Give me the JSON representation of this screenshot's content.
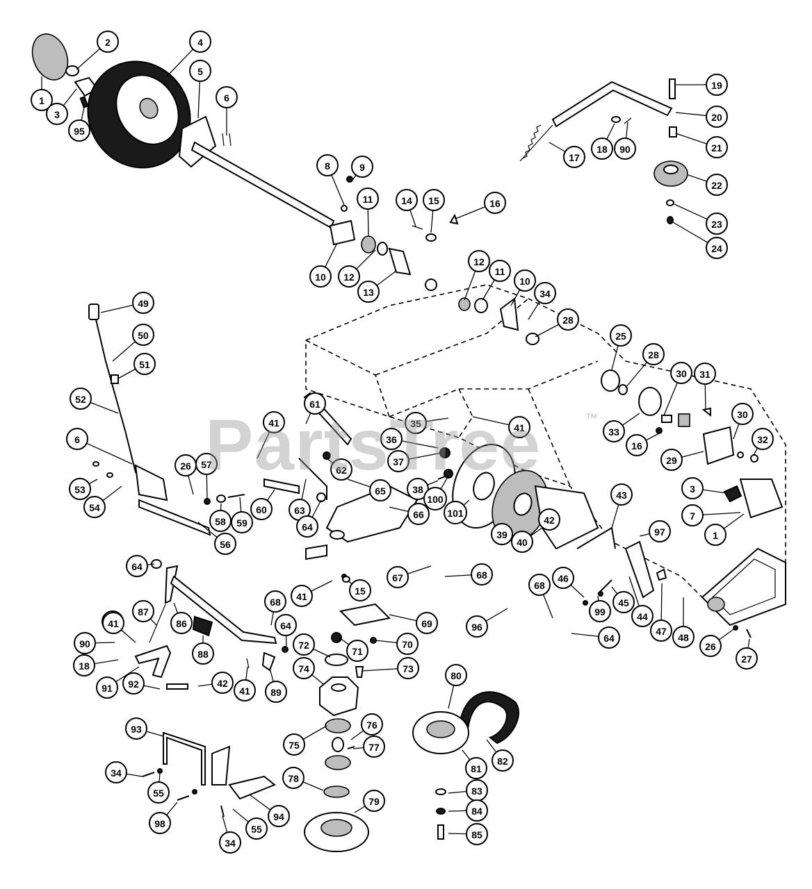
{
  "watermark": {
    "text": "PartsTree",
    "trademark": "™"
  },
  "callouts": [
    {
      "label": "1"
    },
    {
      "label": "2"
    },
    {
      "label": "3"
    },
    {
      "label": "95"
    },
    {
      "label": "4"
    },
    {
      "label": "5"
    },
    {
      "label": "6"
    },
    {
      "label": "8"
    },
    {
      "label": "9"
    },
    {
      "label": "11"
    },
    {
      "label": "10"
    },
    {
      "label": "12"
    },
    {
      "label": "13"
    },
    {
      "label": "14"
    },
    {
      "label": "15"
    },
    {
      "label": "16"
    },
    {
      "label": "12"
    },
    {
      "label": "11"
    },
    {
      "label": "10"
    },
    {
      "label": "34"
    },
    {
      "label": "28"
    },
    {
      "label": "19"
    },
    {
      "label": "20"
    },
    {
      "label": "17"
    },
    {
      "label": "18"
    },
    {
      "label": "90"
    },
    {
      "label": "21"
    },
    {
      "label": "22"
    },
    {
      "label": "23"
    },
    {
      "label": "24"
    },
    {
      "label": "49"
    },
    {
      "label": "50"
    },
    {
      "label": "51"
    },
    {
      "label": "52"
    },
    {
      "label": "6"
    },
    {
      "label": "53"
    },
    {
      "label": "54"
    },
    {
      "label": "25"
    },
    {
      "label": "28"
    },
    {
      "label": "30"
    },
    {
      "label": "31"
    },
    {
      "label": "33"
    },
    {
      "label": "16"
    },
    {
      "label": "30"
    },
    {
      "label": "32"
    },
    {
      "label": "29"
    },
    {
      "label": "3"
    },
    {
      "label": "7"
    },
    {
      "label": "1"
    },
    {
      "label": "61"
    },
    {
      "label": "41"
    },
    {
      "label": "35"
    },
    {
      "label": "41"
    },
    {
      "label": "36"
    },
    {
      "label": "37"
    },
    {
      "label": "62"
    },
    {
      "label": "65"
    },
    {
      "label": "26"
    },
    {
      "label": "57"
    },
    {
      "label": "58"
    },
    {
      "label": "59"
    },
    {
      "label": "60"
    },
    {
      "label": "63"
    },
    {
      "label": "64"
    },
    {
      "label": "56"
    },
    {
      "label": "38"
    },
    {
      "label": "100"
    },
    {
      "label": "101"
    },
    {
      "label": "66"
    },
    {
      "label": "39"
    },
    {
      "label": "40"
    },
    {
      "label": "42"
    },
    {
      "label": "43"
    },
    {
      "label": "97"
    },
    {
      "label": "41"
    },
    {
      "label": "68"
    },
    {
      "label": "67"
    },
    {
      "label": "64"
    },
    {
      "label": "87"
    },
    {
      "label": "86"
    },
    {
      "label": "88"
    },
    {
      "label": "68"
    },
    {
      "label": "64"
    },
    {
      "label": "41"
    },
    {
      "label": "15"
    },
    {
      "label": "46"
    },
    {
      "label": "99"
    },
    {
      "label": "45"
    },
    {
      "label": "44"
    },
    {
      "label": "47"
    },
    {
      "label": "48"
    },
    {
      "label": "68"
    },
    {
      "label": "64"
    },
    {
      "label": "96"
    },
    {
      "label": "69"
    },
    {
      "label": "70"
    },
    {
      "label": "71"
    },
    {
      "label": "72"
    },
    {
      "label": "73"
    },
    {
      "label": "74"
    },
    {
      "label": "41"
    },
    {
      "label": "90"
    },
    {
      "label": "18"
    },
    {
      "label": "91"
    },
    {
      "label": "92"
    },
    {
      "label": "42"
    },
    {
      "label": "41"
    },
    {
      "label": "89"
    },
    {
      "label": "26"
    },
    {
      "label": "27"
    },
    {
      "label": "80"
    },
    {
      "label": "82"
    },
    {
      "label": "81"
    },
    {
      "label": "76"
    },
    {
      "label": "75"
    },
    {
      "label": "77"
    },
    {
      "label": "78"
    },
    {
      "label": "79"
    },
    {
      "label": "83"
    },
    {
      "label": "84"
    },
    {
      "label": "85"
    },
    {
      "label": "93"
    },
    {
      "label": "34"
    },
    {
      "label": "55"
    },
    {
      "label": "98"
    },
    {
      "label": "55"
    },
    {
      "label": "94"
    },
    {
      "label": "34"
    }
  ]
}
